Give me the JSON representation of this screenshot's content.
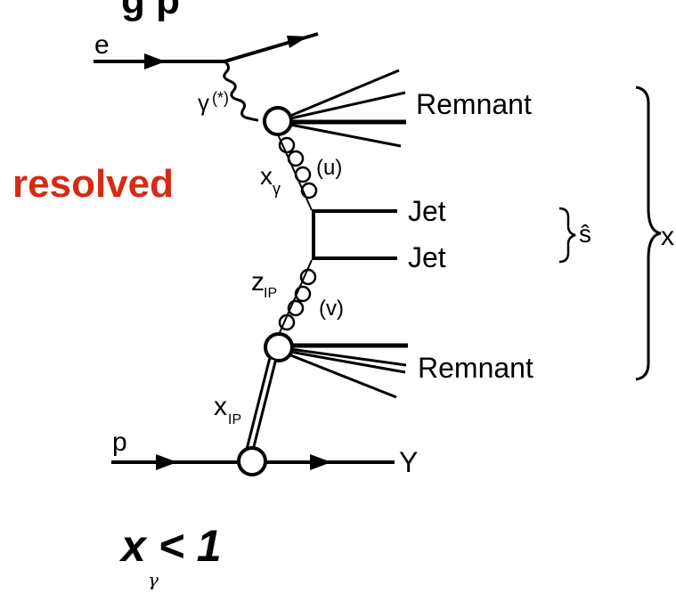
{
  "title_fragment": "g              p",
  "labels": {
    "electron": "e",
    "photon": "γ",
    "photon_sup": "(*)",
    "remnant_top": "Remnant",
    "x_gamma": "x",
    "x_gamma_sub": "γ",
    "u": "(u)",
    "jet1": "Jet",
    "jet2": "Jet",
    "s_hat": "ŝ",
    "z_pom": "z",
    "z_pom_sub": "IP",
    "v": "(v)",
    "remnant_bottom": "Remnant",
    "x_pom": "x",
    "x_pom_sub": "IP",
    "proton": "p",
    "y_out": "Y",
    "right_cut": "x"
  },
  "resolved": "resolved",
  "formula": {
    "main": "x < 1",
    "sub": "γ"
  },
  "colors": {
    "resolved": "#d42b14",
    "ink": "#000000"
  }
}
